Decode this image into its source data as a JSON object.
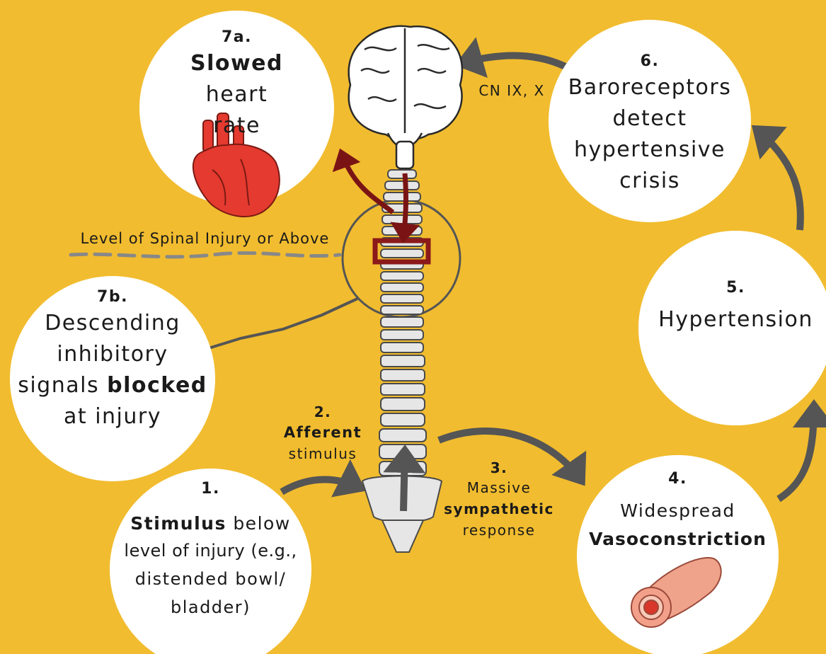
{
  "steps": {
    "s7a": {
      "number": "7a.",
      "bold": "Slowed",
      "rest": "heart rate"
    },
    "s7b": {
      "number": "7b.",
      "line1": "Descending",
      "line2": "inhibitory",
      "line3_pre": "signals",
      "line3_bold": "blocked",
      "line4": "at injury"
    },
    "s1": {
      "number": "1.",
      "bold": "Stimulus",
      "rest1": "below",
      "line2": "level of injury (e.g.,",
      "line3": "distended bowl/",
      "line4": "bladder)"
    },
    "s2": {
      "number": "2.",
      "bold": "Afferent",
      "rest": "stimulus"
    },
    "s3": {
      "number": "3.",
      "line1": "Massive",
      "bold": "sympathetic",
      "line3": "response"
    },
    "s4": {
      "number": "4.",
      "line1": "Widespread",
      "bold": "Vasoconstriction"
    },
    "s5": {
      "number": "5.",
      "label": "Hypertension"
    },
    "s6": {
      "number": "6.",
      "line1": "Baroreceptors",
      "line2": "detect",
      "line3": "hypertensive",
      "line4": "crisis"
    }
  },
  "labels": {
    "cranial_nerves": "CN IX, X",
    "injury_level": "Level of Spinal Injury or Above"
  },
  "icons": [
    "brain-icon",
    "heart-icon",
    "spine-icon",
    "blood-vessel-icon"
  ],
  "colors": {
    "background": "#f1bc2f",
    "circle": "#ffffff",
    "arrow": "#555555",
    "injury_marker": "#8b1a1a",
    "heart": "#e53a2f"
  }
}
